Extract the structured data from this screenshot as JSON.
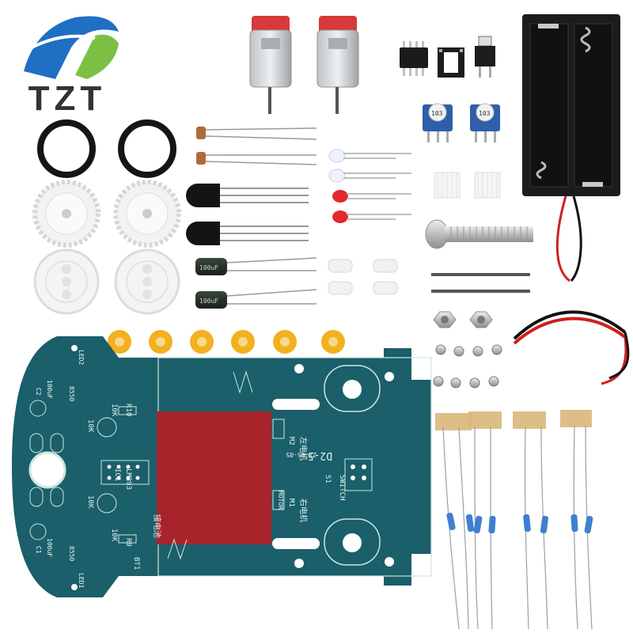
{
  "brand": {
    "logo_text": "TZT",
    "colors": {
      "logo_blue": "#1f6fc4",
      "logo_green": "#7bc043",
      "logo_text": "#333333"
    }
  },
  "pcb": {
    "color": "#1a5f6a",
    "silkscreen": {
      "board_name": "D2-5",
      "board_id": "ZX-05-05",
      "switch_label": "SWITCH",
      "switch_ref": "S1",
      "ic_label": "LM393",
      "ic_ref": "IC1",
      "motor_left_label": "左电机",
      "motor_right_label": "右电机",
      "motor_left_ref": "M2",
      "motor_right_ref": "M1",
      "motor_word": "MOTOR",
      "battery_label": "接电池",
      "battery_ref": "BT1",
      "r_top_10k": "10K",
      "r_top_ref": "R10",
      "r_bot_10k": "10K",
      "r_bot_ref": "R9",
      "pot_top": "10K",
      "pot_bot": "10K",
      "cap_top": "100uF",
      "cap_bot": "100uF",
      "cap_top_ref": "C2",
      "cap_bot_ref": "C1",
      "q_top": "8550",
      "q_bot": "8550",
      "led_top": "LED2",
      "led_bot": "LED1"
    }
  },
  "components": {
    "capacitor_label": "100uF",
    "trimmer_label": "103"
  }
}
